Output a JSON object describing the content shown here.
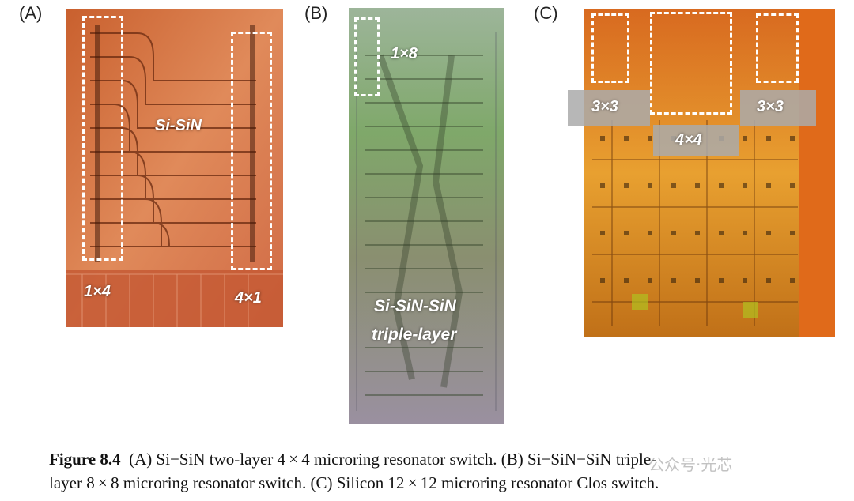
{
  "panels": {
    "a": {
      "label": "(A)",
      "overlays": {
        "center": "Si-SiN",
        "left": "1×4",
        "right": "4×1"
      }
    },
    "b": {
      "label": "(B)",
      "overlays": {
        "top": "1×8",
        "line1": "Si-SiN-SiN",
        "line2": "triple-layer"
      }
    },
    "c": {
      "label": "(C)",
      "overlays": {
        "left": "3×3",
        "right": "3×3",
        "center": "4×4"
      }
    }
  },
  "caption": {
    "figure": "Figure 8.4",
    "text_line1": "(A) Si−SiN two-layer 4 × 4 microring resonator switch. (B) Si−SiN−SiN triple-",
    "text_line2": "layer 8 × 8 microring resonator switch. (C) Silicon 12 × 12 microring resonator Clos switch."
  },
  "watermark": "公众号·光芯",
  "colors": {
    "panel_a": "#d8744a",
    "panel_b": "#8fa77a",
    "panel_c": "#e0a030",
    "dash": "#ffffff"
  }
}
